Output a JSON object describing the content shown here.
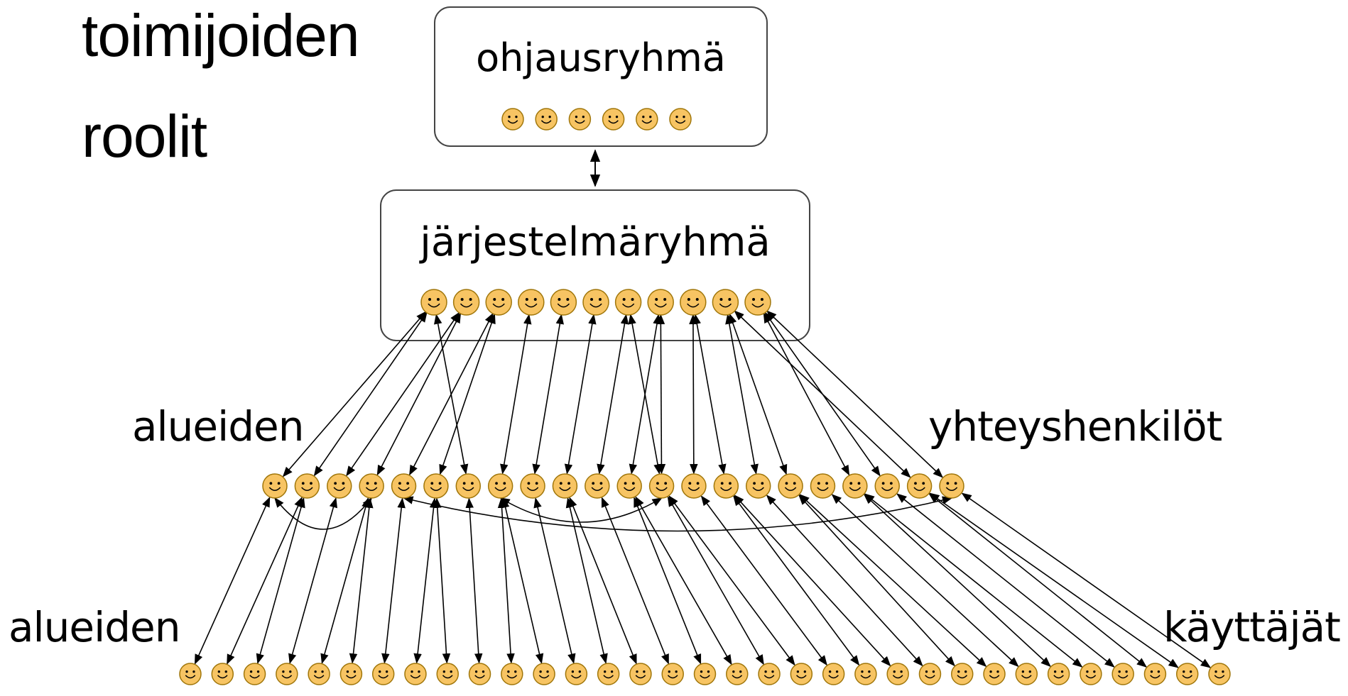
{
  "title": {
    "line1": "toimijoiden",
    "line2": "roolit"
  },
  "groups": {
    "steering": {
      "label": "ohjausryhmä",
      "members": 6
    },
    "system": {
      "label": "järjestelmäryhmä",
      "members": 11
    }
  },
  "labels": {
    "regional_contacts_1": "alueiden",
    "regional_contacts_2": "yhteyshenkilöt",
    "regional_users_1": "alueiden",
    "regional_users_2": "käyttäjät"
  },
  "rows": {
    "contacts_count": 22,
    "users_count": 33
  },
  "colors": {
    "face_fill": "#f7c463",
    "face_stroke": "#a0760a",
    "line": "#000000",
    "box_stroke": "#444444"
  },
  "icons": {
    "person": "smiley-face-icon",
    "connection": "double-arrow-icon"
  }
}
